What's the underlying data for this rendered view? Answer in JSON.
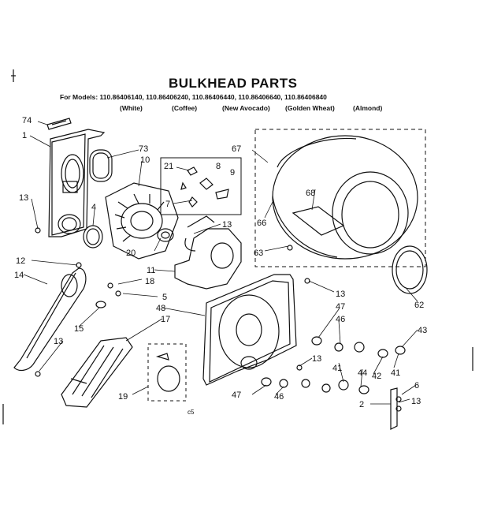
{
  "title": "BULKHEAD PARTS",
  "models_line": "For Models: 110.86406140, 110.86406240, 110.86406440, 110.86406640, 110.86406840",
  "colors": [
    "(White)",
    "(Coffee)",
    "(New Avocado)",
    "(Golden Wheat)",
    "(Almond)"
  ],
  "page_code": "c5",
  "callouts": [
    "74",
    "1",
    "73",
    "10",
    "21",
    "8",
    "9",
    "67",
    "13",
    "4",
    "7",
    "66",
    "68",
    "13",
    "20",
    "63",
    "12",
    "11",
    "14",
    "18",
    "5",
    "13",
    "62",
    "48",
    "47",
    "46",
    "43",
    "15",
    "17",
    "13",
    "13",
    "41",
    "44",
    "42",
    "41",
    "6",
    "19",
    "47",
    "46",
    "2",
    "13"
  ]
}
